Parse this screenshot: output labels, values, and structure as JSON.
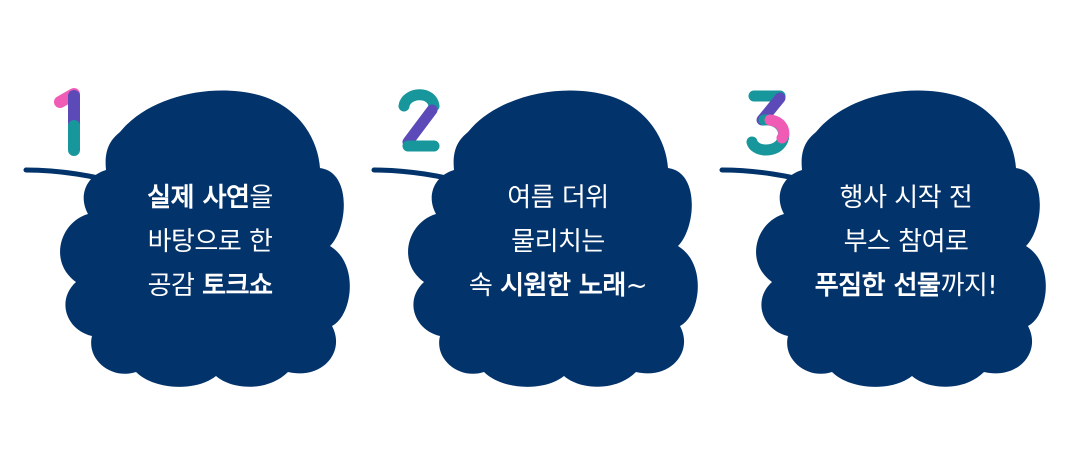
{
  "colors": {
    "leaf": "#03336b",
    "numeral_pink": "#ef5bb5",
    "numeral_purple": "#5b4ab8",
    "numeral_teal": "#17979b",
    "text": "#ffffff"
  },
  "cards": [
    {
      "number": "1",
      "lines": [
        [
          {
            "t": "실제 사연",
            "bold": true
          },
          {
            "t": "을",
            "bold": false
          }
        ],
        [
          {
            "t": "바탕으로 한",
            "bold": false
          }
        ],
        [
          {
            "t": "공감 ",
            "bold": false
          },
          {
            "t": "토크쇼",
            "bold": true
          }
        ]
      ]
    },
    {
      "number": "2",
      "lines": [
        [
          {
            "t": "여름 더위",
            "bold": false
          }
        ],
        [
          {
            "t": "물리치는",
            "bold": false
          }
        ],
        [
          {
            "t": "속 ",
            "bold": false
          },
          {
            "t": "시원한 노래",
            "bold": true
          },
          {
            "t": "~",
            "bold": false
          }
        ]
      ]
    },
    {
      "number": "3",
      "lines": [
        [
          {
            "t": "행사 시작 전",
            "bold": false
          }
        ],
        [
          {
            "t": "부스 참여로",
            "bold": false
          }
        ],
        [
          {
            "t": "푸짐한 선물",
            "bold": true
          },
          {
            "t": "까지!",
            "bold": false
          }
        ]
      ]
    }
  ]
}
